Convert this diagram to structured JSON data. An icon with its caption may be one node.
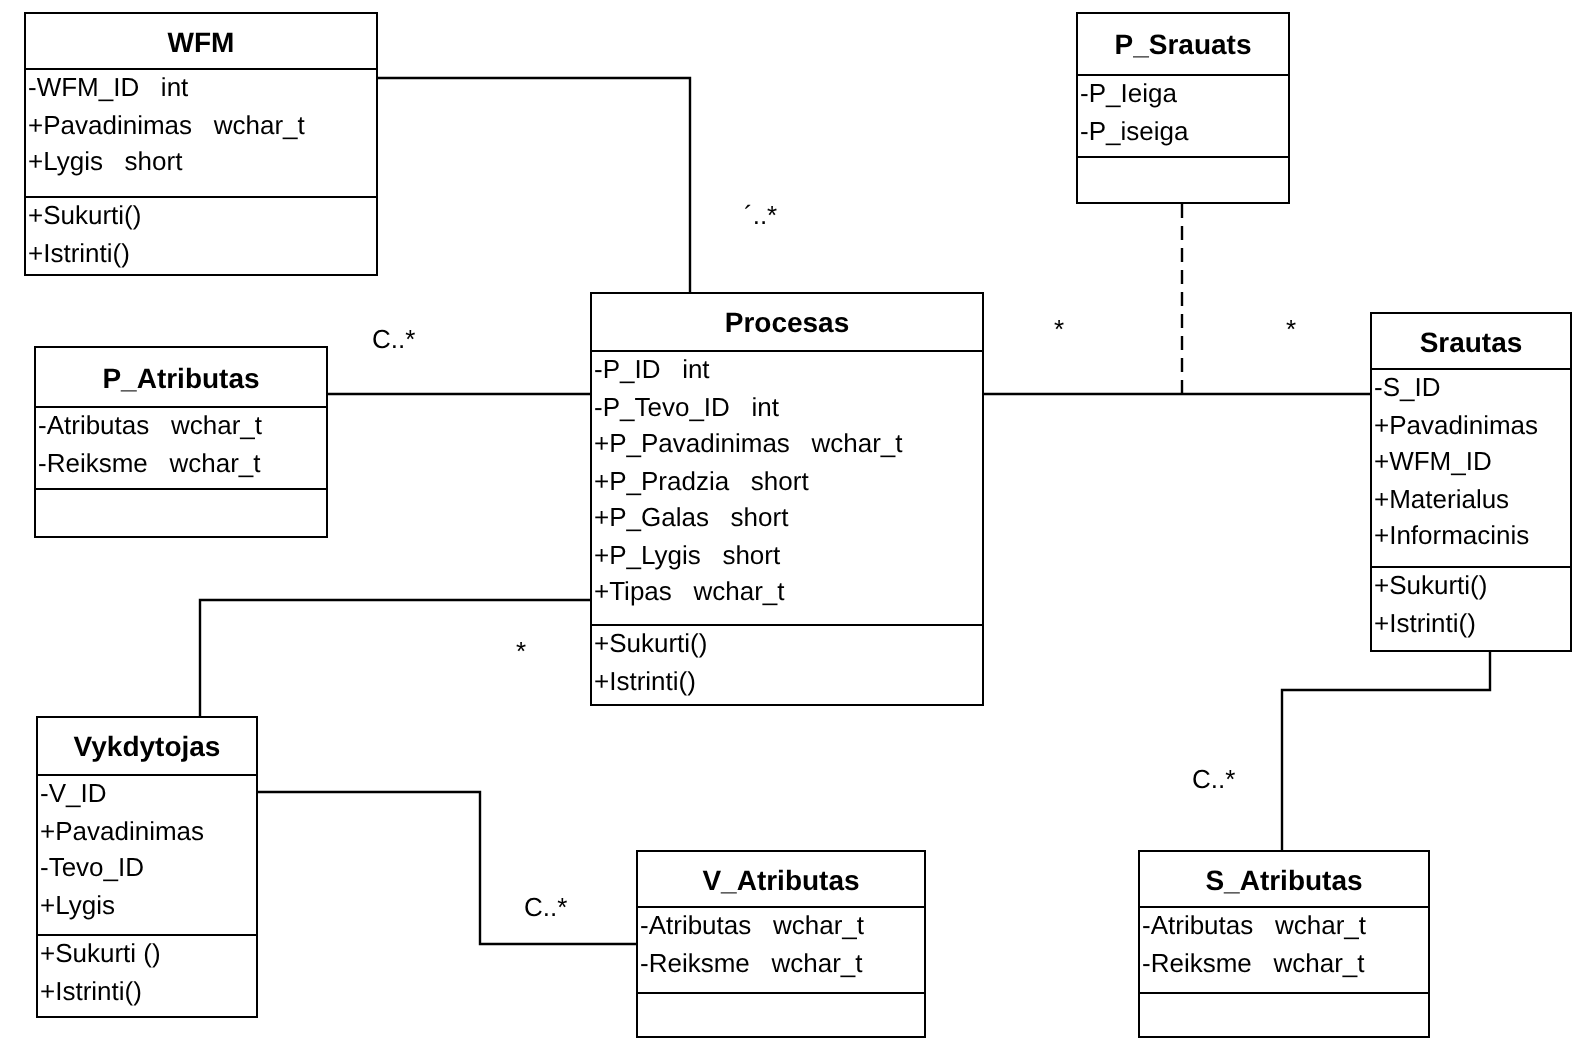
{
  "diagram": {
    "nodes": [
      {
        "text": [
          "WFM",
          "-WFM_ID   int",
          "+Pavadinimas   wchar_t",
          "+Lygis   short",
          "+Sukurti()",
          "+Istrinti()"
        ]
      },
      {
        "text": [
          "P_Srauats",
          "-P_Ieiga",
          "-P_iseiga"
        ]
      },
      {
        "text": [
          "P_Atributas",
          "-Atributas   wchar_t",
          "-Reiksme   wchar_t"
        ]
      },
      {
        "text": [
          "Procesas",
          "-P_ID   int",
          "-P_Tevo_ID   int",
          "+P_Pavadinimas   wchar_t",
          "+P_Pradzia   short",
          "+P_Galas   short",
          "+P_Lygis   short",
          "+Tipas   wchar_t",
          "+Sukurti()",
          "+Istrinti()"
        ]
      },
      {
        "text": [
          "Srautas",
          "-S_ID",
          "+Pavadinimas",
          "+WFM_ID",
          "+Materialus",
          "+Informacinis",
          "+Sukurti()",
          "+Istrinti()"
        ]
      },
      {
        "text": [
          "Vykdytojas",
          "-V_ID",
          "+Pavadinimas",
          "-Tevo_ID",
          "+Lygis",
          "+Sukurti ()",
          "+Istrinti()"
        ]
      },
      {
        "text": [
          "V_Atributas",
          "-Atributas   wchar_t",
          "-Reiksme   wchar_t"
        ]
      },
      {
        "text": [
          "S_Atributas",
          "-Atributas   wchar_t",
          "-Reiksme   wchar_t"
        ]
      }
    ],
    "edges": [
      {
        "from": 0,
        "to": 3,
        "arrow": "none"
      },
      {
        "from": 2,
        "to": 3,
        "arrow": "none"
      },
      {
        "from": 3,
        "to": 4,
        "arrow": "none"
      },
      {
        "from": 1,
        "to": null,
        "arrow": "none",
        "style": "dashed"
      },
      {
        "from": 3,
        "to": 5,
        "arrow": "none"
      },
      {
        "from": 5,
        "to": 6,
        "arrow": "none"
      },
      {
        "from": 4,
        "to": 7,
        "arrow": "none"
      }
    ],
    "labels": [
      "´..*",
      "C..*",
      "*",
      "*",
      "*",
      "C..*",
      "C..*"
    ]
  }
}
